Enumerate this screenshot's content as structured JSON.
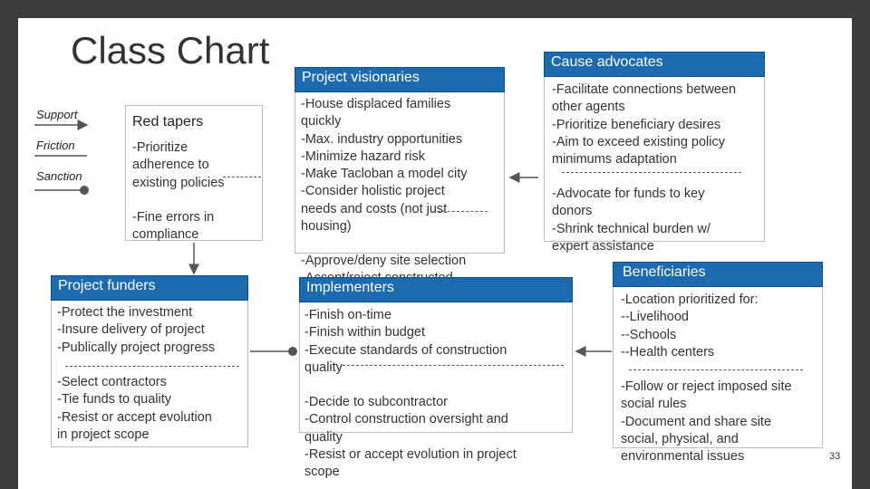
{
  "title": "Class Chart",
  "legend": {
    "support": "Support",
    "friction": "Friction",
    "sanction": "Sanction"
  },
  "red_tapers": {
    "header": "Red tapers",
    "items": [
      "-Prioritize\nadherence to\nexisting policies",
      "-Fine errors in\ncompliance"
    ]
  },
  "project_visionaries": {
    "header": "Project visionaries",
    "text": "-House displaced families\nquickly\n-Max. industry opportunities\n-Minimize hazard risk\n-Make Tacloban a model city\n-Consider holistic project\nneeds and costs (not just\nhousing)",
    "overflow": "-Approve/deny site selection\n-Accept/reject constructed"
  },
  "cause_advocates": {
    "header": "Cause advocates",
    "text_top": "-Facilitate connections between\nother agents\n-Prioritize beneficiary desires\n-Aim to exceed existing policy\nminimums adaptation",
    "text_bottom": "-Advocate for funds to key\ndonors\n-Shrink technical burden w/\nexpert assistance"
  },
  "project_funders": {
    "header": "Project funders",
    "text_top": "-Protect the investment\n-Insure delivery of project\n-Publically project progress",
    "text_bottom": "-Select contractors\n-Tie funds to quality\n-Resist or accept evolution\nin project scope"
  },
  "implementers": {
    "header": "Implementers",
    "text_top": "-Finish on-time\n-Finish within budget\n-Execute standards of construction\nquality",
    "text_bottom": "-Decide to subcontractor\n-Control construction oversight and\nquality\n-Resist or accept evolution in project\nscope"
  },
  "beneficiaries": {
    "header": "Beneficiaries",
    "text_top": "-Location prioritized for:\n--Livelihood\n--Schools\n--Health centers",
    "text_bottom": "-Follow or reject imposed site\nsocial rules\n-Document and share site\nsocial, physical, and\nenvironmental issues"
  },
  "page_number": "33",
  "colors": {
    "header_blue": "#1c6bb0",
    "background_frame": "#3c3c3c",
    "connector": "#555555"
  }
}
